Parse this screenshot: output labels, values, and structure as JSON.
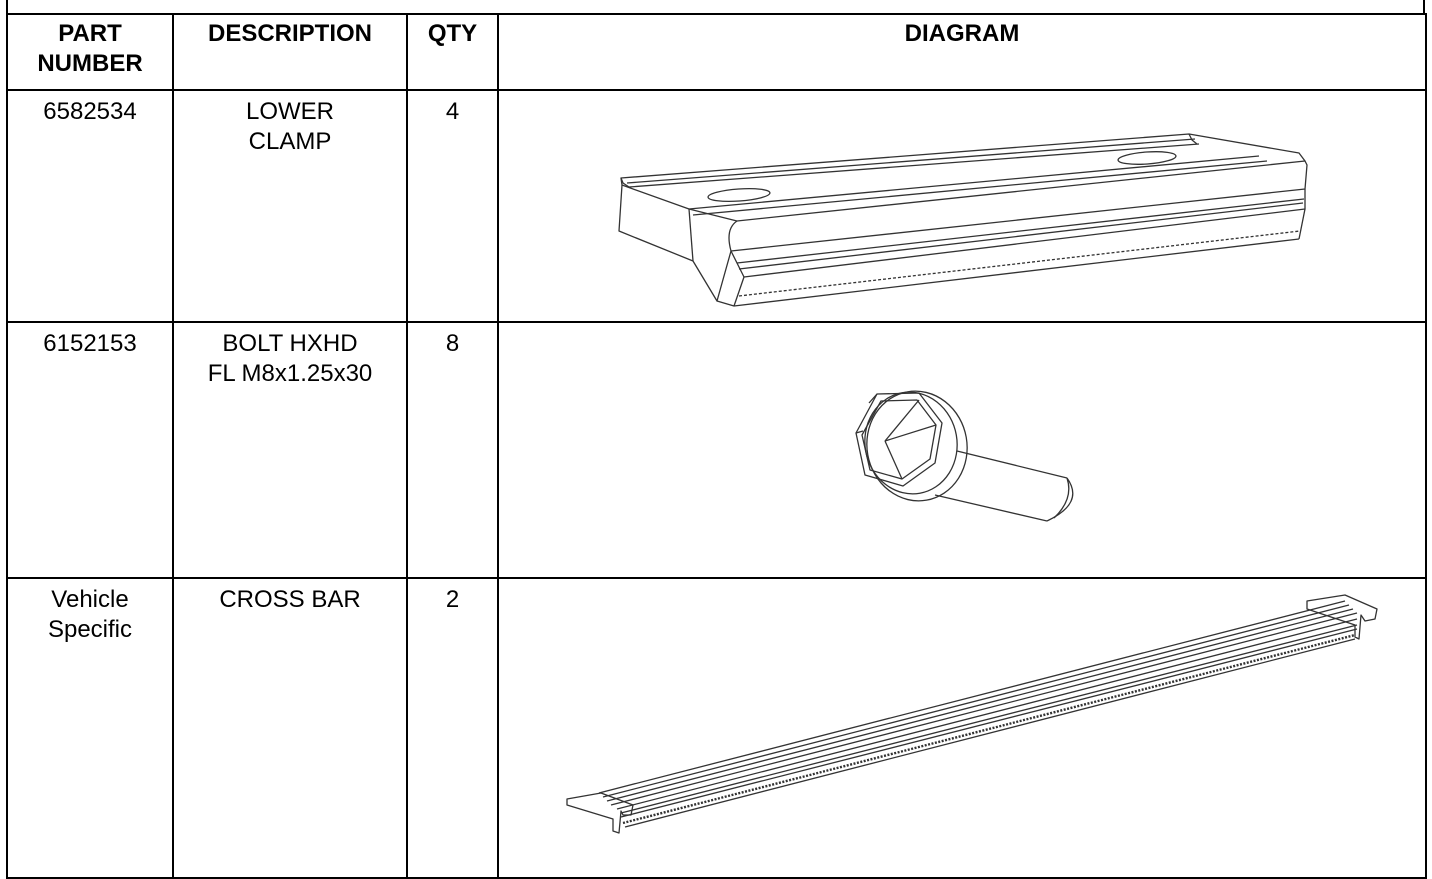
{
  "headers": {
    "part_number_line1": "PART",
    "part_number_line2": "NUMBER",
    "description": "DESCRIPTION",
    "qty": "QTY",
    "diagram": "DIAGRAM"
  },
  "rows": [
    {
      "part_number_line1": "6582534",
      "part_number_line2": "",
      "description_line1": "LOWER",
      "description_line2": "CLAMP",
      "qty": "4",
      "diagram_icon": "lower-clamp-diagram"
    },
    {
      "part_number_line1": "6152153",
      "part_number_line2": "",
      "description_line1": "BOLT HXHD",
      "description_line2": "FL M8x1.25x30",
      "qty": "8",
      "diagram_icon": "flange-bolt-diagram"
    },
    {
      "part_number_line1": "Vehicle",
      "part_number_line2": "Specific",
      "description_line1": "CROSS BAR",
      "description_line2": "",
      "qty": "2",
      "diagram_icon": "cross-bar-diagram"
    }
  ],
  "colors": {
    "line": "#000000",
    "drawing": "#333333",
    "background": "#ffffff"
  }
}
